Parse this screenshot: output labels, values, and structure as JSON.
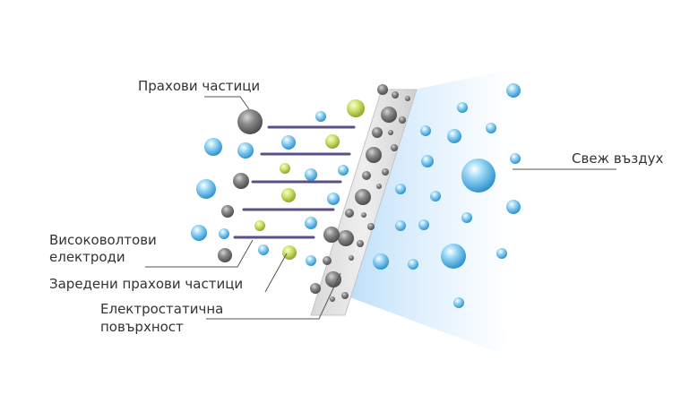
{
  "labels": {
    "dust_particles": "Прахови частици",
    "electrodes_line1": "Високоволтови",
    "electrodes_line2": "електроди",
    "charged_particles": "Заредени прахови частици",
    "surface_line1": "Електростатична",
    "surface_line2": "повърхност",
    "fresh_air": "Свеж въздух"
  },
  "colors": {
    "text": "#333333",
    "leader_line": "#555555",
    "electrode": "#5a4f86",
    "dust_gray": "#7a7a7a",
    "charged_yellow": "#c8d64a",
    "water_blue": "#3aa6e0",
    "filter_plate": "#e4e4e4",
    "air_glow": "#cfe8fb"
  }
}
